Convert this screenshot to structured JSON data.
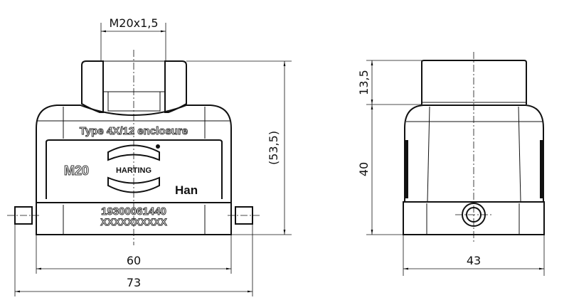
{
  "front_view": {
    "thread_dim": "M20x1,5",
    "height_dim": "(53,5)",
    "width_inner_dim": "60",
    "width_outer_dim": "73",
    "embossed_type": "Type 4X/12 enclosure",
    "embossed_size": "M20",
    "logo_text": "HARTING",
    "embossed_brand": "Han",
    "part_number": "19300061440",
    "serial_placeholder": "XXXXXXXXXX"
  },
  "side_view": {
    "top_height_dim": "13,5",
    "body_height_dim": "40",
    "depth_dim": "43"
  }
}
